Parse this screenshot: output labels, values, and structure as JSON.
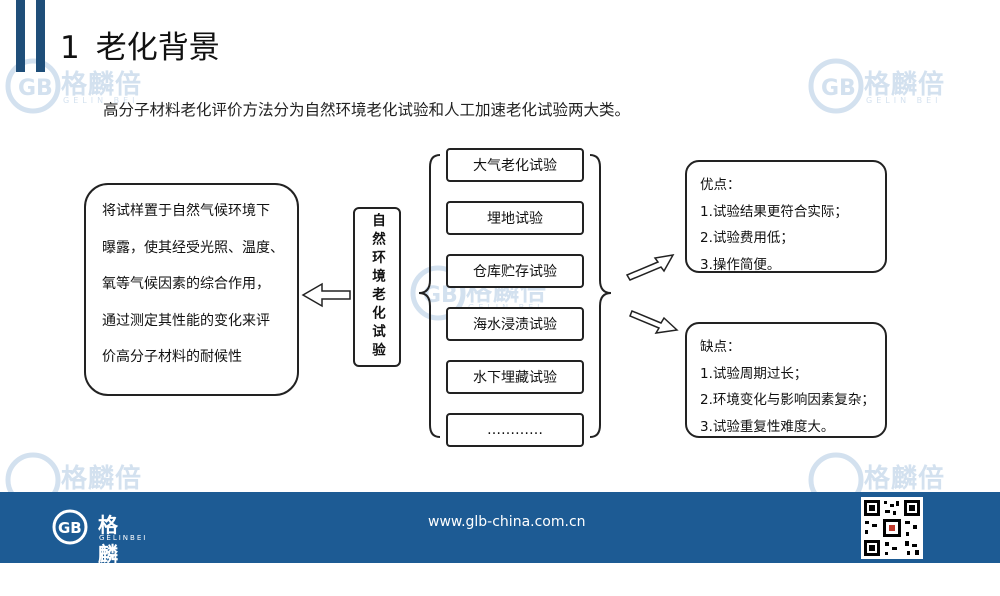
{
  "header": {
    "number": "1",
    "title": "老化背景",
    "accent_color": "#1f4e79"
  },
  "intro": "高分子材料老化评价方法分为自然环境老化试验和人工加速老化试验两大类。",
  "description": {
    "lines": [
      "将试样置于自然气候环境下",
      "曝露，使其经受光照、温度、",
      "氧等气候因素的综合作用，",
      "通过测定其性能的变化来评",
      "价高分子材料的耐候性"
    ]
  },
  "natural_test_label": "自然环境老化试验",
  "test_types": [
    "大气老化试验",
    "埋地试验",
    "仓库贮存试验",
    "海水浸渍试验",
    "水下埋藏试验",
    "…………"
  ],
  "pros": {
    "heading": "优点：",
    "items": [
      "1.试验结果更符合实际；",
      "2.试验费用低；",
      "3.操作简便。"
    ]
  },
  "cons": {
    "heading": "缺点：",
    "items": [
      "1.试验周期过长；",
      "2.环境变化与影响因素复杂；",
      "3.试验重复性难度大。"
    ]
  },
  "brand": {
    "name": "格麟倍",
    "sub": "GELINBEI",
    "watermark_sub": "GELIN BEI",
    "color": "#1d5b94"
  },
  "footer": {
    "url": "www.glb-china.com.cn"
  }
}
